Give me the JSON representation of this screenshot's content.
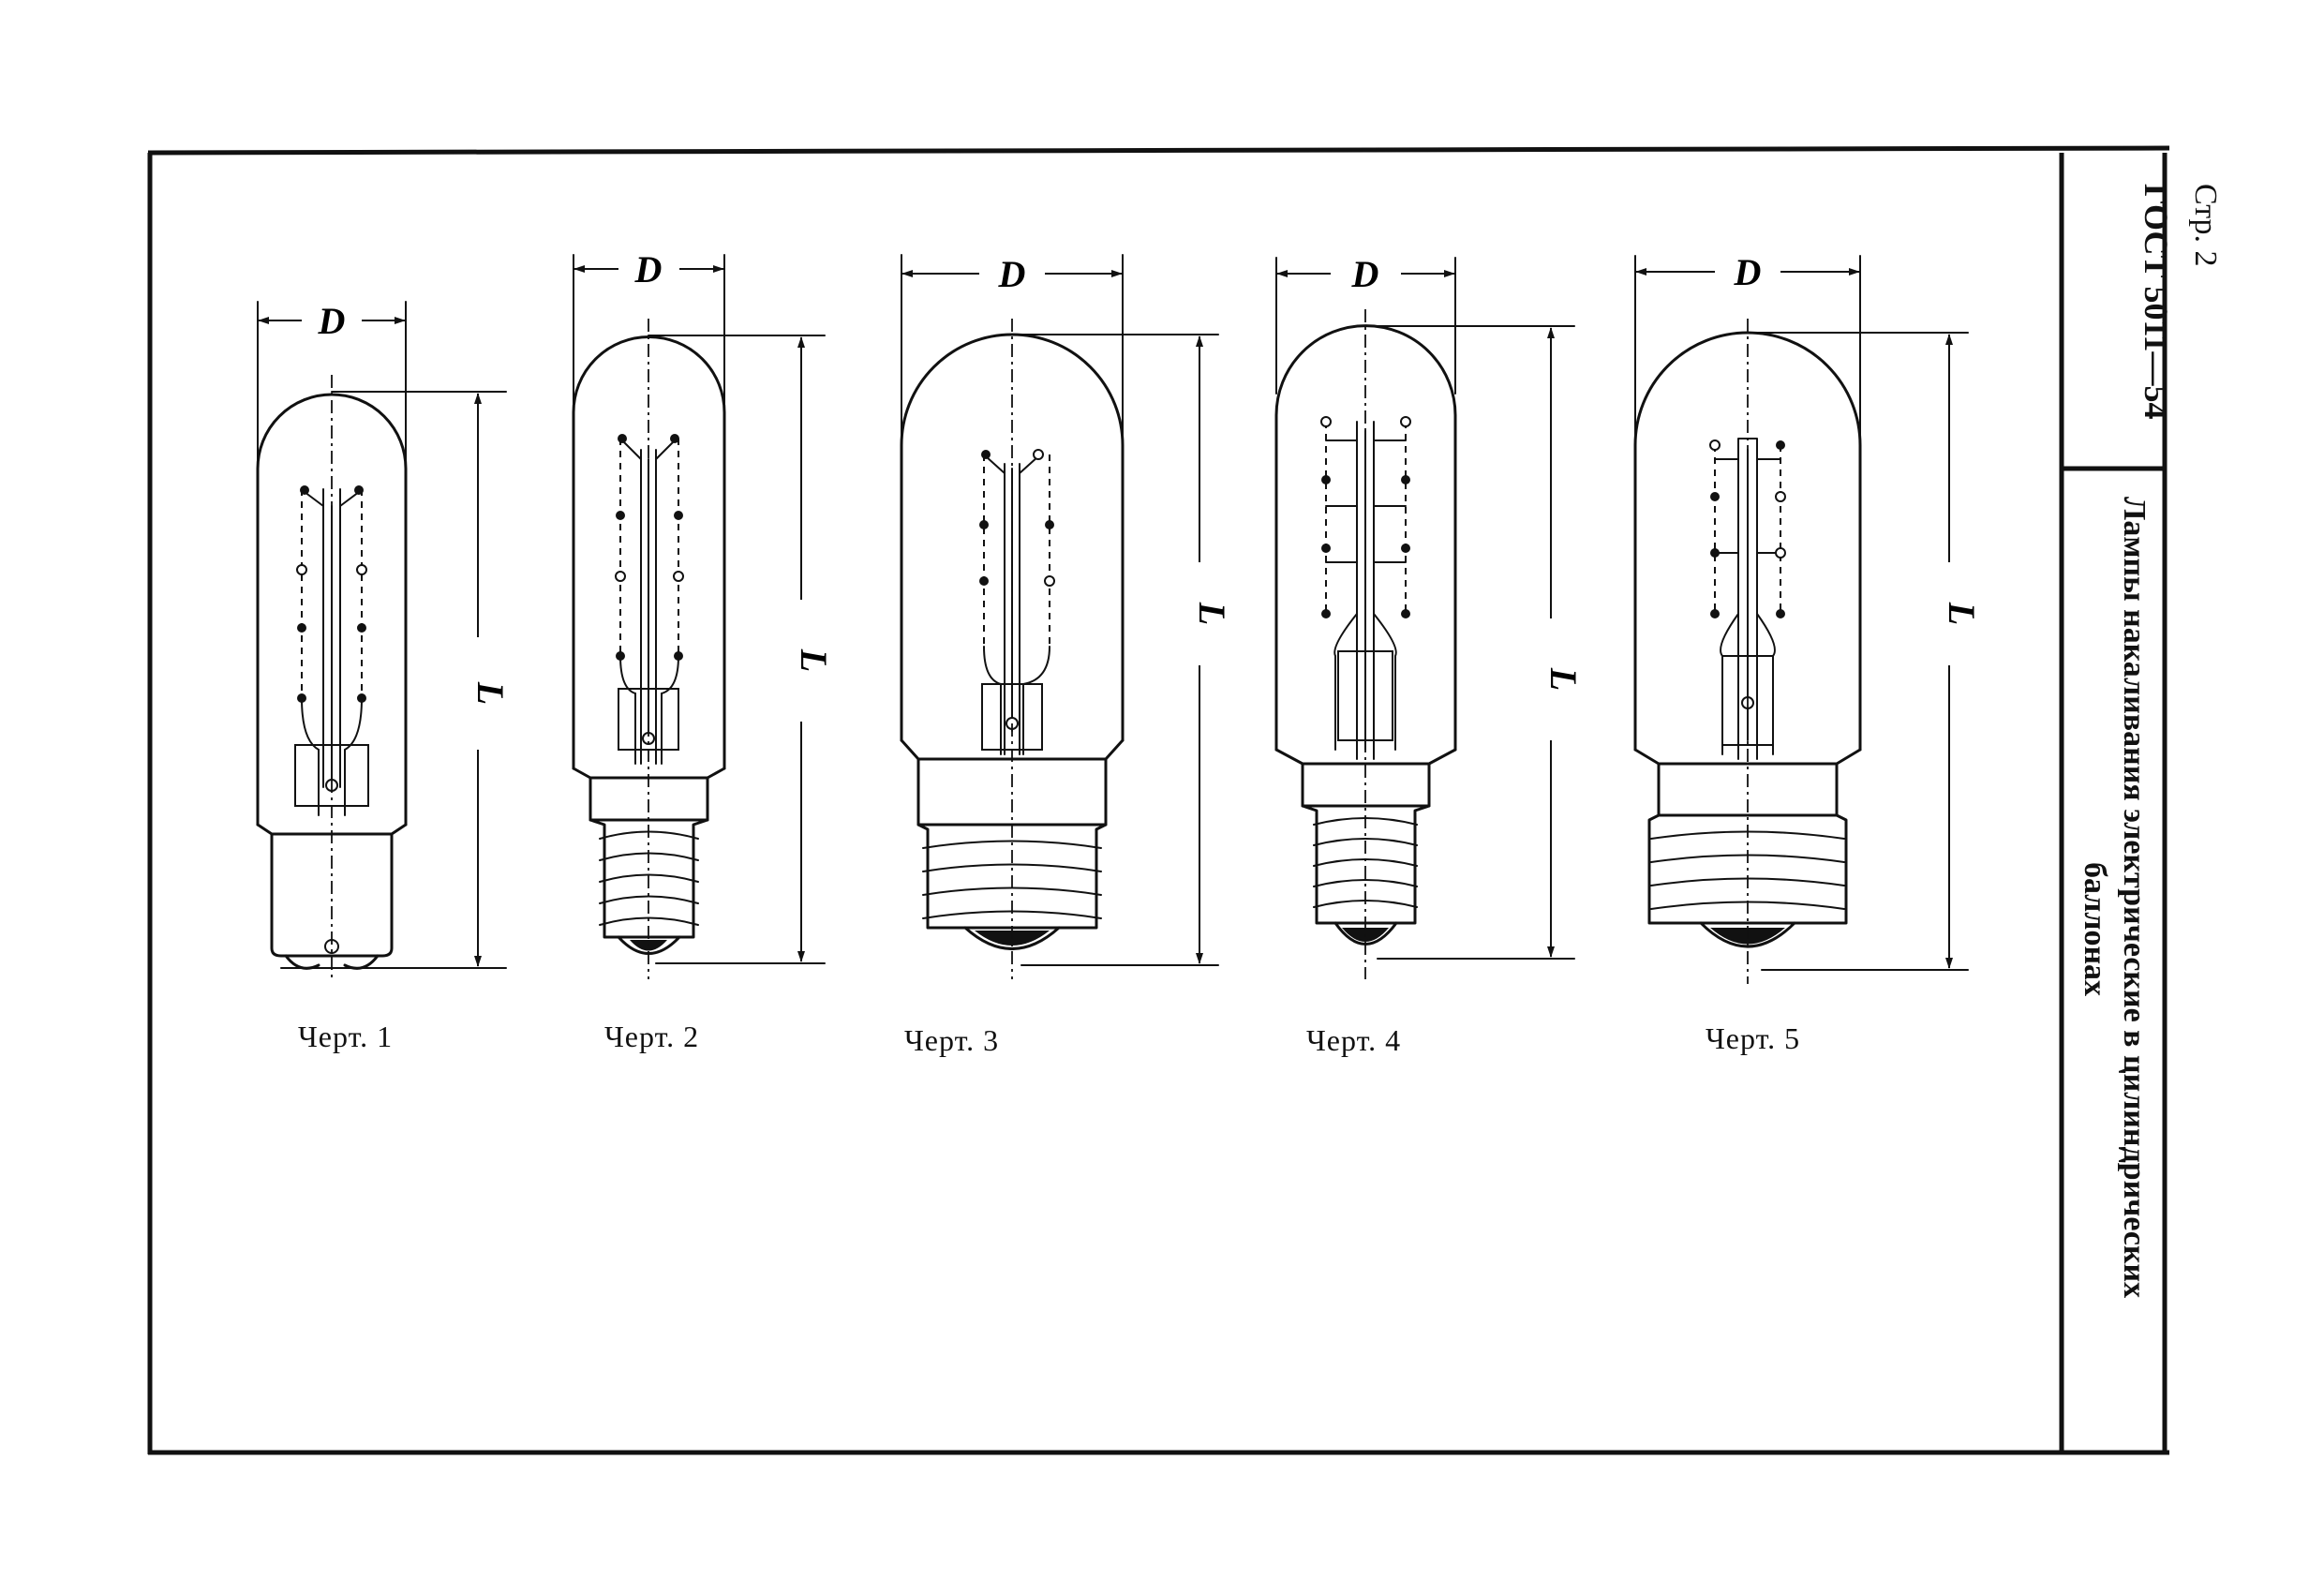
{
  "header": {
    "page_number": "Стр. 2",
    "standard_code": "ГОСТ 5011—54",
    "title_line_1": "Лампы накаливания электрические в цилиндрических",
    "title_line_2": "баллонах"
  },
  "dimension_labels": {
    "diameter": "D",
    "length": "L"
  },
  "drawings": [
    {
      "caption": "Черт. 1"
    },
    {
      "caption": "Черт. 2"
    },
    {
      "caption": "Черт. 3"
    },
    {
      "caption": "Черт. 4"
    },
    {
      "caption": "Черт. 5"
    }
  ]
}
